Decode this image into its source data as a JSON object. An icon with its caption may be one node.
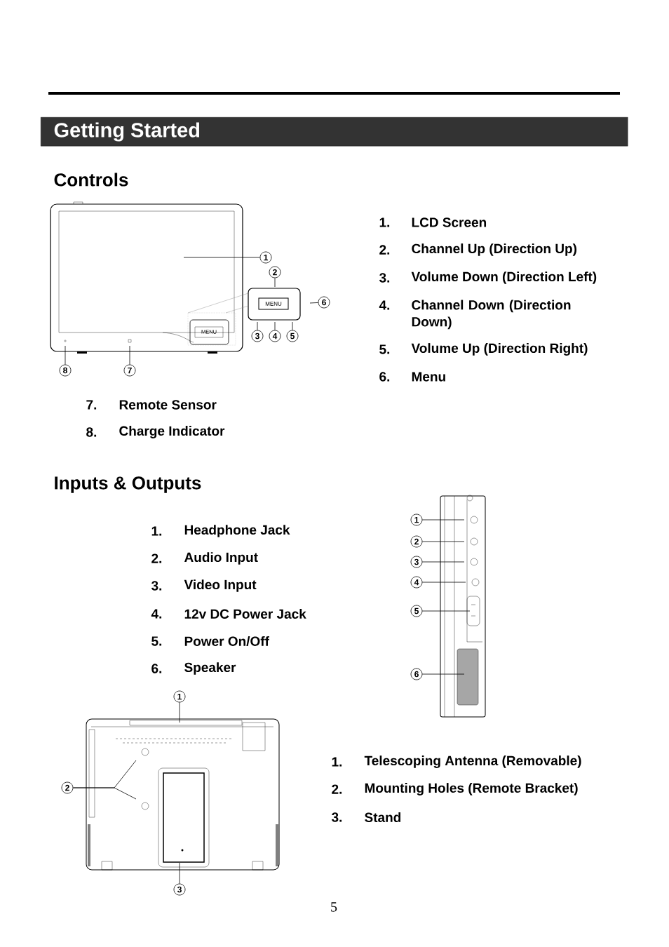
{
  "diagram": {
    "title": "Getting Started",
    "nodes": [
      {
        "text": [
          "1"
        ]
      },
      {
        "text": [
          "2"
        ]
      },
      {
        "text": [
          "3"
        ]
      },
      {
        "text": [
          "4"
        ]
      },
      {
        "text": [
          "5"
        ]
      },
      {
        "text": [
          "6"
        ]
      },
      {
        "text": [
          "7"
        ]
      },
      {
        "text": [
          "8"
        ]
      },
      {
        "text": [
          "1"
        ]
      },
      {
        "text": [
          "2"
        ]
      },
      {
        "text": [
          "3"
        ]
      },
      {
        "text": [
          "4"
        ]
      },
      {
        "text": [
          "5"
        ]
      },
      {
        "text": [
          "6"
        ]
      },
      {
        "text": [
          "1"
        ]
      },
      {
        "text": [
          "2"
        ]
      },
      {
        "text": [
          "3"
        ]
      }
    ],
    "edges": [
      {
        "from": 0,
        "to": null,
        "arrow": "none"
      },
      {
        "from": 1,
        "to": null,
        "arrow": "none"
      },
      {
        "from": 2,
        "to": null,
        "arrow": "none"
      },
      {
        "from": 3,
        "to": null,
        "arrow": "none"
      },
      {
        "from": 4,
        "to": null,
        "arrow": "none"
      },
      {
        "from": 5,
        "to": null,
        "arrow": "none"
      },
      {
        "from": 6,
        "to": null,
        "arrow": "none"
      },
      {
        "from": 7,
        "to": null,
        "arrow": "none"
      },
      {
        "from": 8,
        "to": null,
        "arrow": "none"
      },
      {
        "from": 9,
        "to": null,
        "arrow": "none"
      },
      {
        "from": 10,
        "to": null,
        "arrow": "none"
      },
      {
        "from": 11,
        "to": null,
        "arrow": "none"
      },
      {
        "from": 12,
        "to": null,
        "arrow": "none"
      },
      {
        "from": 13,
        "to": null,
        "arrow": "none"
      },
      {
        "from": 14,
        "to": null,
        "arrow": "none"
      },
      {
        "from": 15,
        "to": null,
        "arrow": "none"
      },
      {
        "from": 15,
        "to": null,
        "arrow": "none"
      },
      {
        "from": 16,
        "to": null,
        "arrow": "none"
      }
    ],
    "labels": [
      "Controls",
      "1.",
      "LCD Screen",
      "2.",
      "Channel Up (Direction Up)",
      "3.",
      "Volume Down (Direction Left)",
      "4.",
      "Channel Down (Direction Down)",
      "5.",
      "Volume Up (Direction Right)",
      "6.",
      "Menu",
      "7.",
      "Remote Sensor",
      "8.",
      "Charge Indicator",
      "Inputs & Outputs",
      "1.",
      "Headphone Jack",
      "2.",
      "Audio Input",
      "3.",
      "Video Input",
      "4.",
      "12v DC Power Jack",
      "5.",
      "Power On/Off",
      "6.",
      "Speaker",
      "1.",
      "Telescoping Antenna (Removable)",
      "2.",
      "Mounting Holes (Remote Bracket)",
      "3.",
      "Stand",
      "5",
      "MENU",
      "MENU"
    ]
  }
}
